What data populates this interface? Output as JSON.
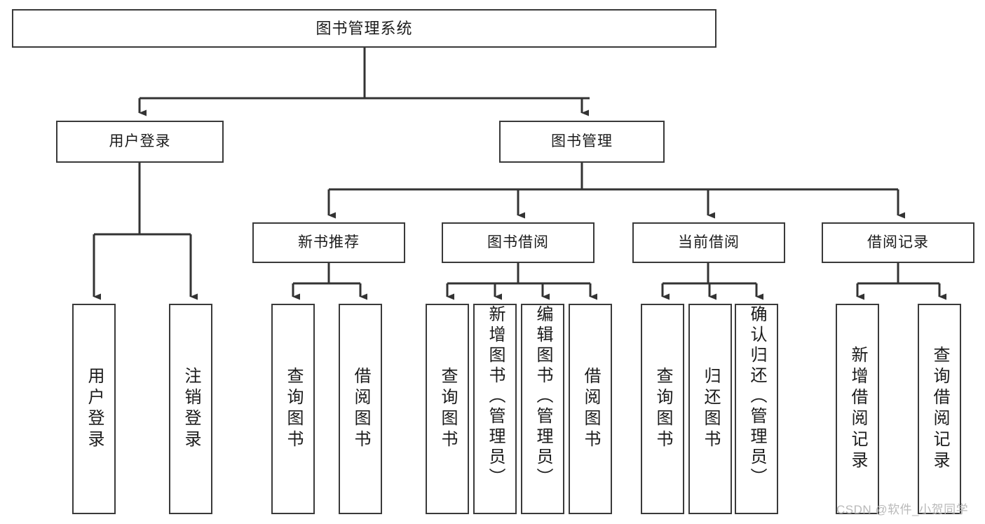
{
  "diagram": {
    "title": "图书管理系统",
    "type": "tree-hierarchy",
    "root": {
      "label": "图书管理系统"
    },
    "level2": [
      {
        "label": "用户登录"
      },
      {
        "label": "图书管理"
      }
    ],
    "level3": [
      {
        "label": "新书推荐"
      },
      {
        "label": "图书借阅"
      },
      {
        "label": "当前借阅"
      },
      {
        "label": "借阅记录"
      }
    ],
    "leaves": {
      "user_login": [
        {
          "label": "用户登录"
        },
        {
          "label": "注销登录"
        }
      ],
      "new_book_recommend": [
        {
          "label": "查询图书"
        },
        {
          "label": "借阅图书"
        }
      ],
      "book_borrow": [
        {
          "label": "查询图书"
        },
        {
          "label": "新增图书（管理员）"
        },
        {
          "label": "编辑图书（管理员）"
        },
        {
          "label": "借阅图书"
        }
      ],
      "current_borrow": [
        {
          "label": "查询图书"
        },
        {
          "label": "归还图书"
        },
        {
          "label": "确认归还（管理员）"
        }
      ],
      "borrow_record": [
        {
          "label": "新增借阅记录"
        },
        {
          "label": "查询借阅记录"
        }
      ]
    }
  },
  "watermark": {
    "text": "CSDN @软件_小贺同学"
  },
  "colors": {
    "background": "#ffffff",
    "box_border": "#3a3a3a",
    "box_fill": "#ffffff",
    "text": "#1b1b1b",
    "connector": "#333333",
    "watermark": "#b9b9b9"
  }
}
